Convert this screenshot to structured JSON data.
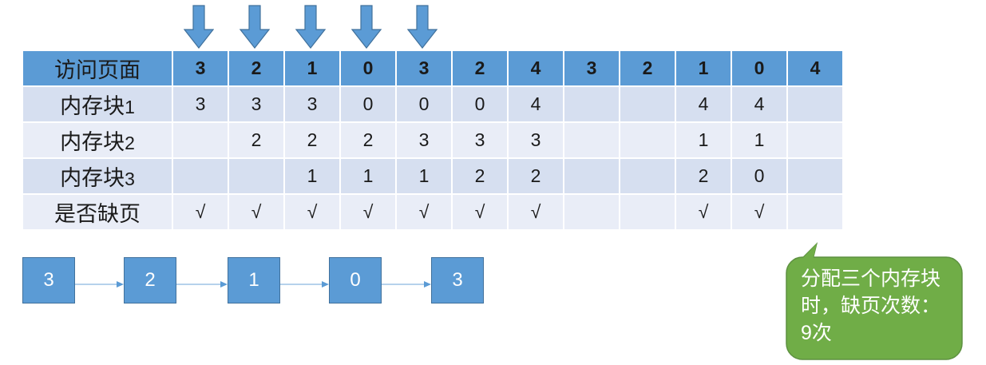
{
  "colors": {
    "header_blue": "#5b9bd5",
    "band_a": "#d6dff0",
    "band_b": "#e9edf7",
    "hit_red": "#ff0000",
    "callout_green": "#70ad47",
    "arrow_blue": "#5b9bd5"
  },
  "table": {
    "row_labels": [
      "访问页面",
      "内存块1",
      "内存块2",
      "内存块3",
      "是否缺页"
    ],
    "access_sequence": [
      "3",
      "2",
      "1",
      "0",
      "3",
      "2",
      "4",
      "3",
      "2",
      "1",
      "0",
      "4"
    ],
    "block1": [
      {
        "value": "3",
        "red": true
      },
      {
        "value": "3",
        "red": false
      },
      {
        "value": "3",
        "red": false
      },
      {
        "value": "0",
        "red": true
      },
      {
        "value": "0",
        "red": false
      },
      {
        "value": "0",
        "red": false
      },
      {
        "value": "4",
        "red": true
      },
      {
        "value": "",
        "red": false
      },
      {
        "value": "",
        "red": false
      },
      {
        "value": "4",
        "red": false
      },
      {
        "value": "4",
        "red": false
      },
      {
        "value": "",
        "red": false
      }
    ],
    "block2": [
      {
        "value": "",
        "red": false
      },
      {
        "value": "2",
        "red": true
      },
      {
        "value": "2",
        "red": false
      },
      {
        "value": "2",
        "red": false
      },
      {
        "value": "3",
        "red": true
      },
      {
        "value": "3",
        "red": false
      },
      {
        "value": "3",
        "red": false
      },
      {
        "value": "",
        "red": false
      },
      {
        "value": "",
        "red": false
      },
      {
        "value": "1",
        "red": true
      },
      {
        "value": "1",
        "red": false
      },
      {
        "value": "",
        "red": false
      }
    ],
    "block3": [
      {
        "value": "",
        "red": false
      },
      {
        "value": "",
        "red": false
      },
      {
        "value": "1",
        "red": true
      },
      {
        "value": "1",
        "red": false
      },
      {
        "value": "1",
        "red": false
      },
      {
        "value": "2",
        "red": true
      },
      {
        "value": "2",
        "red": false
      },
      {
        "value": "",
        "red": false
      },
      {
        "value": "",
        "red": false
      },
      {
        "value": "2",
        "red": false
      },
      {
        "value": "0",
        "red": true
      },
      {
        "value": "",
        "red": false
      }
    ],
    "page_fault": [
      "√",
      "√",
      "√",
      "√",
      "√",
      "√",
      "√",
      "",
      "",
      "√",
      "√",
      ""
    ]
  },
  "arrows": {
    "count": 5,
    "over_columns": [
      0,
      1,
      2,
      3,
      4
    ]
  },
  "flow": {
    "boxes": [
      "3",
      "2",
      "1",
      "0",
      "3"
    ],
    "connector_count": 4
  },
  "callout": {
    "text": "分配三个内存块时，缺页次数：9次"
  }
}
